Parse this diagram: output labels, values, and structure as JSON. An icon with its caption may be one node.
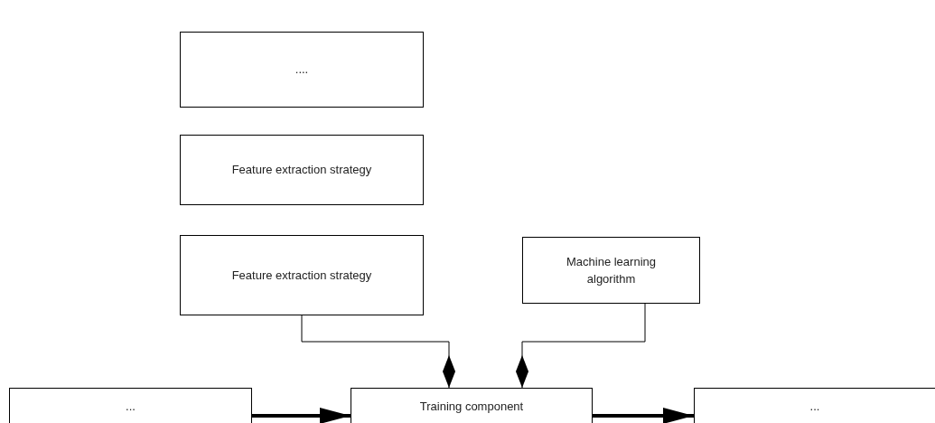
{
  "diagram": {
    "nodes": [
      {
        "text": [
          "...."
        ]
      },
      {
        "text": [
          "Feature extraction strategy"
        ]
      },
      {
        "text": [
          "Feature extraction strategy"
        ]
      },
      {
        "text": [
          "Machine learning algorithm"
        ]
      },
      {
        "text": [
          "..."
        ]
      },
      {
        "text": [
          "Training component"
        ]
      },
      {
        "text": [
          "..."
        ]
      }
    ],
    "edges": [
      {
        "from": 2,
        "to": 5,
        "arrow": "other"
      },
      {
        "from": 3,
        "to": 5,
        "arrow": "other"
      },
      {
        "from": 4,
        "to": 5,
        "arrow": "to",
        "style": "thick"
      },
      {
        "from": 5,
        "to": 6,
        "arrow": "to",
        "style": "thick"
      }
    ]
  }
}
